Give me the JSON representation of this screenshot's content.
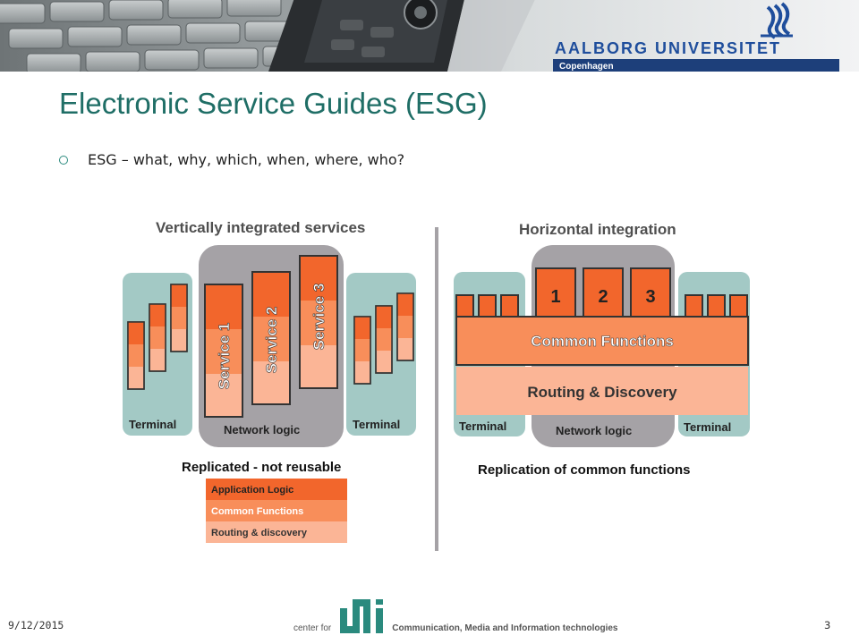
{
  "header": {
    "university": "AALBORG UNIVERSITET",
    "campus": "Copenhagen"
  },
  "slide": {
    "title": "Electronic Service Guides (ESG)",
    "bullet": "ESG – what, why, which, when, where, who?"
  },
  "diagram": {
    "left": {
      "heading": "Vertically integrated services",
      "terminal_left": "Terminal",
      "terminal_right": "Terminal",
      "network": "Network logic",
      "services": [
        "Service 1",
        "Service 2",
        "Service 3"
      ],
      "caption": "Replicated - not reusable",
      "legend": [
        "Application Logic",
        "Common Functions",
        "Routing & discovery"
      ]
    },
    "right": {
      "heading": "Horizontal integration",
      "blocks": [
        "1",
        "2",
        "3"
      ],
      "common": "Common Functions",
      "routing": "Routing & Discovery",
      "terminal_left": "Terminal",
      "terminal_right": "Terminal",
      "network": "Network logic",
      "caption": "Replication of common functions"
    },
    "colors": {
      "terminal": "#a3c9c5",
      "network": "#a5a2a6",
      "app_logic": "#f2662c",
      "common": "#f88e5a",
      "routing": "#fbb596"
    }
  },
  "footer": {
    "date": "9/12/2015",
    "page": "3",
    "center_for": "center for",
    "logo_text": "Communication, Media and Information technologies"
  }
}
